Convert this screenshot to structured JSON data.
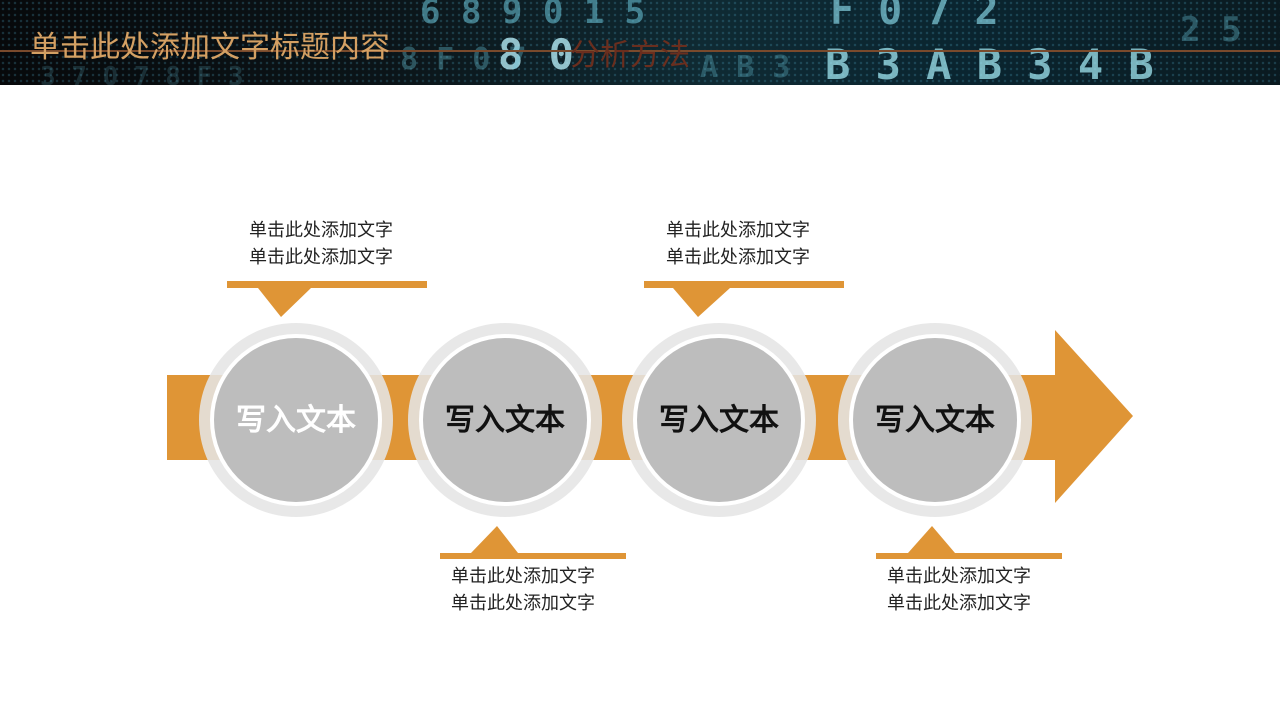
{
  "header": {
    "title": "单击此处添加文字标题内容",
    "subtitle": "分析方法"
  },
  "steps": [
    {
      "label": "写入文本",
      "note_line1": "单击此处添加文字",
      "note_line2": "单击此处添加文字",
      "note_position": "above"
    },
    {
      "label": "写入文本",
      "note_line1": "单击此处添加文字",
      "note_line2": "单击此处添加文字",
      "note_position": "below"
    },
    {
      "label": "写入文本",
      "note_line1": "单击此处添加文字",
      "note_line2": "单击此处添加文字",
      "note_position": "above"
    },
    {
      "label": "写入文本",
      "note_line1": "单击此处添加文字",
      "note_line2": "单击此处添加文字",
      "note_position": "below"
    }
  ],
  "colors": {
    "accent": "#df9536",
    "circle_fill": "#bdbdbd",
    "ring": "#e5e5e5",
    "title": "#d4a063",
    "subtitle": "#6a2e1e"
  }
}
